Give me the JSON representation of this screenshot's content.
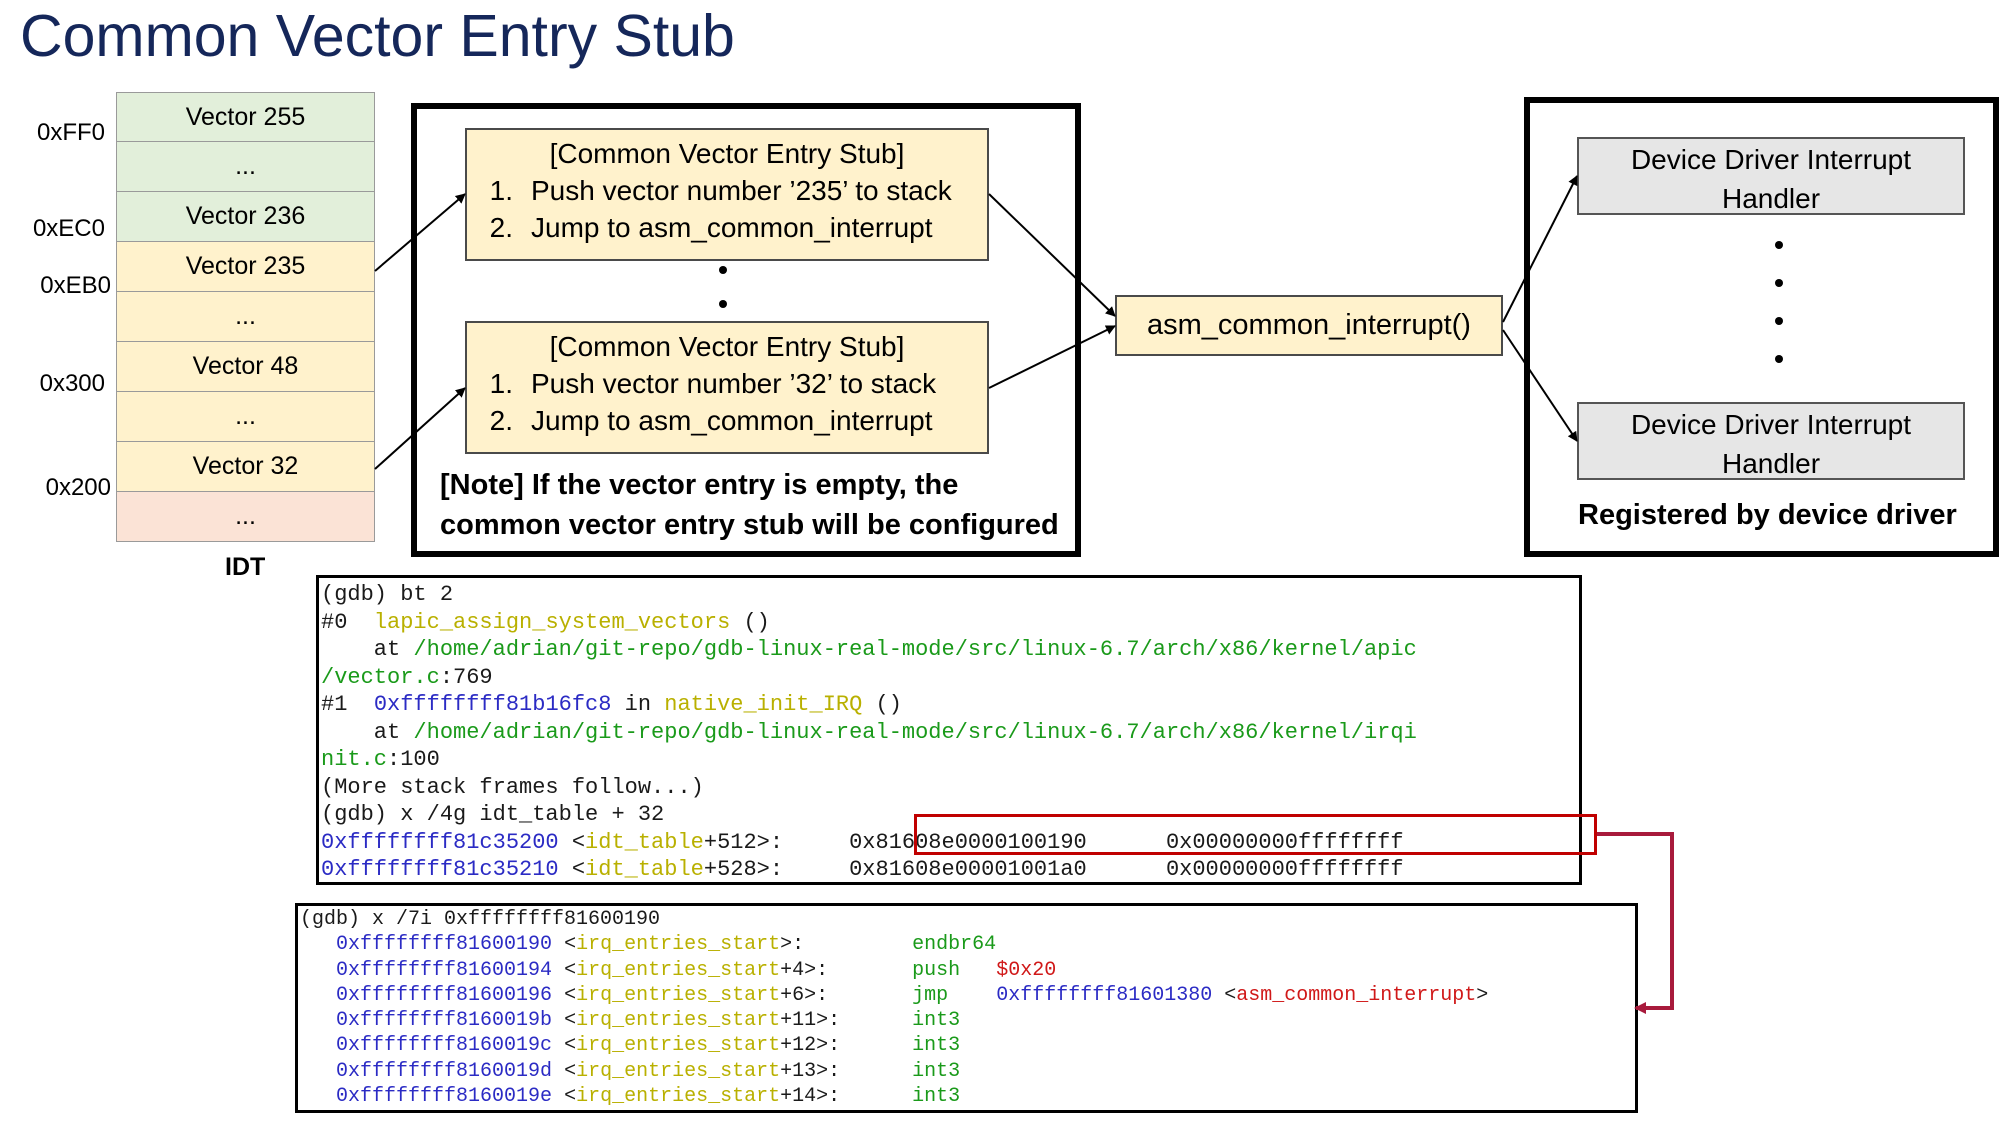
{
  "title": "Common Vector Entry Stub",
  "idt": {
    "label": "IDT",
    "rows": [
      {
        "label": "Vector 255",
        "color": "#e2efda"
      },
      {
        "label": "...",
        "color": "#e2efda"
      },
      {
        "label": "Vector 236",
        "color": "#e2efda"
      },
      {
        "label": "Vector 235",
        "color": "#fff2cc"
      },
      {
        "label": "...",
        "color": "#fff2cc"
      },
      {
        "label": "Vector 48",
        "color": "#fff2cc"
      },
      {
        "label": "...",
        "color": "#fff2cc"
      },
      {
        "label": "Vector 32",
        "color": "#fff2cc"
      },
      {
        "label": "...",
        "color": "#fbe3d6"
      }
    ],
    "addresses": [
      "0xFF0",
      "0xEC0",
      "0xEB0",
      "0x300",
      "0x200"
    ]
  },
  "stubs": [
    {
      "title": "[Common Vector Entry Stub]",
      "steps": [
        {
          "num": "1.",
          "text": "Push vector number ’235’ to stack"
        },
        {
          "num": "2.",
          "text": "Jump to asm_common_interrupt"
        }
      ]
    },
    {
      "title": "[Common Vector Entry Stub]",
      "steps": [
        {
          "num": "1.",
          "text": "Push vector number ’32’ to stack"
        },
        {
          "num": "2.",
          "text": "Jump to asm_common_interrupt"
        }
      ]
    }
  ],
  "note": {
    "line1": "[Note] If the vector entry is empty, the",
    "line2": "common vector entry stub will be configured"
  },
  "common_interrupt": "asm_common_interrupt()",
  "handlers": {
    "top": {
      "line1": "Device Driver Interrupt",
      "line2": "Handler"
    },
    "bottom": {
      "line1": "Device Driver Interrupt",
      "line2": "Handler"
    },
    "caption": "Registered by device driver"
  },
  "gdb1": [
    [
      {
        "t": "(gdb) bt 2",
        "c": "blk"
      }
    ],
    [
      {
        "t": "#0  ",
        "c": "blk"
      },
      {
        "t": "lapic_assign_system_vectors",
        "c": "ylw"
      },
      {
        "t": " ()",
        "c": "blk"
      }
    ],
    [
      {
        "t": "    at ",
        "c": "blk"
      },
      {
        "t": "/home/adrian/git-repo/gdb-linux-real-mode/src/linux-6.7/arch/x86/kernel/apic",
        "c": "grn"
      }
    ],
    [
      {
        "t": "/vector.c",
        "c": "grn"
      },
      {
        "t": ":769",
        "c": "blk"
      }
    ],
    [
      {
        "t": "#1  ",
        "c": "blk"
      },
      {
        "t": "0xffffffff81b16fc8",
        "c": "blu"
      },
      {
        "t": " in ",
        "c": "blk"
      },
      {
        "t": "native_init_IRQ",
        "c": "ylw"
      },
      {
        "t": " ()",
        "c": "blk"
      }
    ],
    [
      {
        "t": "    at ",
        "c": "blk"
      },
      {
        "t": "/home/adrian/git-repo/gdb-linux-real-mode/src/linux-6.7/arch/x86/kernel/irqi",
        "c": "grn"
      }
    ],
    [
      {
        "t": "nit.c",
        "c": "grn"
      },
      {
        "t": ":100",
        "c": "blk"
      }
    ],
    [
      {
        "t": "(More stack frames follow...)",
        "c": "blk"
      }
    ],
    [
      {
        "t": "(gdb) x /4g idt_table + 32",
        "c": "blk"
      }
    ],
    [
      {
        "t": "0xffffffff81c35200",
        "c": "blu"
      },
      {
        "t": " <",
        "c": "blk"
      },
      {
        "t": "idt_table",
        "c": "ylw"
      },
      {
        "t": "+512>:     0x81608e0000100190      0x00000000ffffffff",
        "c": "blk"
      }
    ],
    [
      {
        "t": "0xffffffff81c35210",
        "c": "blu"
      },
      {
        "t": " <",
        "c": "blk"
      },
      {
        "t": "idt_table",
        "c": "ylw"
      },
      {
        "t": "+528>:     0x81608e00001001a0      0x00000000ffffffff",
        "c": "blk"
      }
    ]
  ],
  "gdb2": [
    [
      {
        "t": "(gdb) x /7i 0xffffffff81600190",
        "c": "blk"
      }
    ],
    [
      {
        "t": "   ",
        "c": "blk"
      },
      {
        "t": "0xffffffff81600190",
        "c": "blu"
      },
      {
        "t": " <",
        "c": "blk"
      },
      {
        "t": "irq_entries_start",
        "c": "ylw"
      },
      {
        "t": ">:         ",
        "c": "blk"
      },
      {
        "t": "endbr64",
        "c": "grn"
      }
    ],
    [
      {
        "t": "   ",
        "c": "blk"
      },
      {
        "t": "0xffffffff81600194",
        "c": "blu"
      },
      {
        "t": " <",
        "c": "blk"
      },
      {
        "t": "irq_entries_start",
        "c": "ylw"
      },
      {
        "t": "+4>:       ",
        "c": "blk"
      },
      {
        "t": "push",
        "c": "grn"
      },
      {
        "t": "   ",
        "c": "blk"
      },
      {
        "t": "$0x20",
        "c": "red"
      }
    ],
    [
      {
        "t": "   ",
        "c": "blk"
      },
      {
        "t": "0xffffffff81600196",
        "c": "blu"
      },
      {
        "t": " <",
        "c": "blk"
      },
      {
        "t": "irq_entries_start",
        "c": "ylw"
      },
      {
        "t": "+6>:       ",
        "c": "blk"
      },
      {
        "t": "jmp",
        "c": "grn"
      },
      {
        "t": "    ",
        "c": "blk"
      },
      {
        "t": "0xffffffff81601380",
        "c": "blu"
      },
      {
        "t": " <",
        "c": "blk"
      },
      {
        "t": "asm_common_interrupt",
        "c": "red"
      },
      {
        "t": ">",
        "c": "blk"
      }
    ],
    [
      {
        "t": "   ",
        "c": "blk"
      },
      {
        "t": "0xffffffff8160019b",
        "c": "blu"
      },
      {
        "t": " <",
        "c": "blk"
      },
      {
        "t": "irq_entries_start",
        "c": "ylw"
      },
      {
        "t": "+11>:      ",
        "c": "blk"
      },
      {
        "t": "int3",
        "c": "grn"
      }
    ],
    [
      {
        "t": "   ",
        "c": "blk"
      },
      {
        "t": "0xffffffff8160019c",
        "c": "blu"
      },
      {
        "t": " <",
        "c": "blk"
      },
      {
        "t": "irq_entries_start",
        "c": "ylw"
      },
      {
        "t": "+12>:      ",
        "c": "blk"
      },
      {
        "t": "int3",
        "c": "grn"
      }
    ],
    [
      {
        "t": "   ",
        "c": "blk"
      },
      {
        "t": "0xffffffff8160019d",
        "c": "blu"
      },
      {
        "t": " <",
        "c": "blk"
      },
      {
        "t": "irq_entries_start",
        "c": "ylw"
      },
      {
        "t": "+13>:      ",
        "c": "blk"
      },
      {
        "t": "int3",
        "c": "grn"
      }
    ],
    [
      {
        "t": "   ",
        "c": "blk"
      },
      {
        "t": "0xffffffff8160019e",
        "c": "blu"
      },
      {
        "t": " <",
        "c": "blk"
      },
      {
        "t": "irq_entries_start",
        "c": "ylw"
      },
      {
        "t": "+14>:      ",
        "c": "blk"
      },
      {
        "t": "int3",
        "c": "grn"
      }
    ]
  ]
}
